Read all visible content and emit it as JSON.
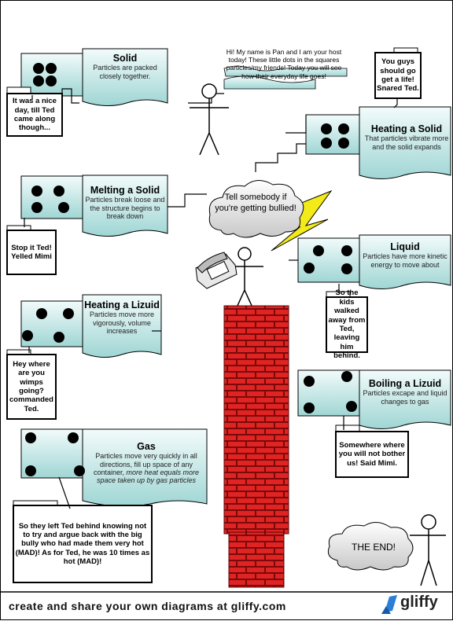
{
  "host": {
    "speech": "Hi! My name is Pan and I am your host today! These little dots in the squares particles/my friends! Today you will see how their everyday life goes!"
  },
  "phases": {
    "solid": {
      "title": "Solid",
      "desc": "Particles are packed closely together."
    },
    "heating_solid": {
      "title": "Heating a Solid",
      "desc": "That particles vibrate more and the solid expands"
    },
    "melting": {
      "title": "Melting a Solid",
      "desc": "Particles break loose and the structure begins to break down"
    },
    "liquid": {
      "title": "Liquid",
      "desc": "Particles have more kinetic energy to move about"
    },
    "heating_liquid": {
      "title": "Heating a Lizuid",
      "desc": "Particles move more vigorously, volume increases"
    },
    "boiling": {
      "title": "Boiling a Lizuid",
      "desc": "Particles excape and liquid changes to gas"
    },
    "gas": {
      "title": "Gas",
      "desc_plain": "Particles move very quickly in all directions, fill up space of any container,",
      "desc_italic": "more heat equals more space taken up by gas particles"
    }
  },
  "notes": {
    "solid": "It was a nice day, till Ted came along though...",
    "heating_solid": "You guys should go get a life! Snared Ted.",
    "melting": "Stop it Ted! Yelled Mimi",
    "liquid": "So the kids walked away from Ted, leaving him behind.",
    "heating_liquid": "Hey where are you wimps going? commanded Ted.",
    "boiling": "Somewhere where you will not bother us! Said Mimi.",
    "gas": "So they left Ted behind knowing not to try and argue back with the big bully who had made them very hot (MAD)! As for Ted, he was 10 times as hot (MAD)!"
  },
  "clouds": {
    "bullied": "Tell somebody if you're getting bullied!",
    "end": "THE END!"
  },
  "footer": {
    "text": "create and share your own diagrams at gliffy.com",
    "logo": "gliffy"
  }
}
